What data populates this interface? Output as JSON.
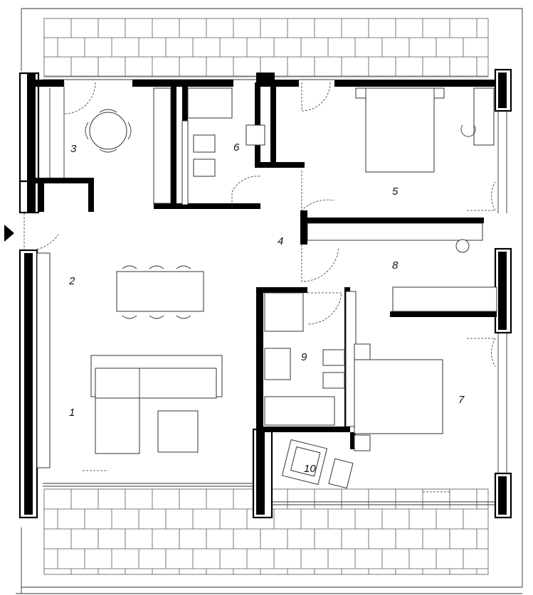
{
  "plan": {
    "rooms": [
      {
        "key": "r1",
        "label": "1"
      },
      {
        "key": "r2",
        "label": "2"
      },
      {
        "key": "r3",
        "label": "3"
      },
      {
        "key": "r4",
        "label": "4"
      },
      {
        "key": "r5",
        "label": "5"
      },
      {
        "key": "r6",
        "label": "6"
      },
      {
        "key": "r7",
        "label": "7"
      },
      {
        "key": "r8",
        "label": "8"
      },
      {
        "key": "r9",
        "label": "9"
      },
      {
        "key": "r10",
        "label": "10"
      }
    ],
    "colors": {
      "wall": "#000000",
      "line": "#333333",
      "background": "#ffffff"
    },
    "icons": {
      "entrance": "entrance-arrow-icon"
    }
  }
}
